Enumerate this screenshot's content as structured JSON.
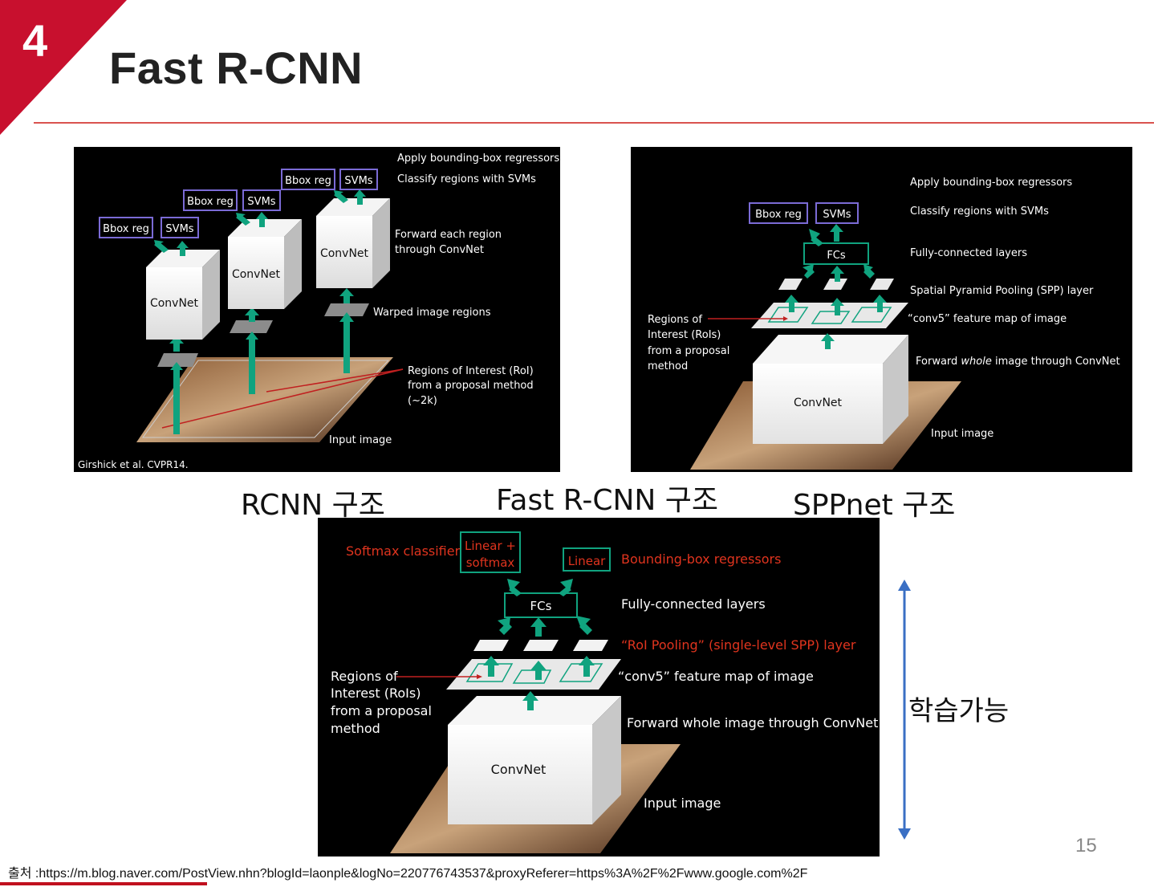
{
  "slide": {
    "number": "4",
    "title": "Fast R-CNN",
    "page_number": "15",
    "source": "출처 :https://m.blog.naver.com/PostView.nhn?blogId=laonple&logNo=220776743537&proxyReferer=https%3A%2F%2Fwww.google.com%2F",
    "colors": {
      "accent": "#c8102e",
      "rule": "#d9534f",
      "teal": "#10a37f",
      "purple": "#7b6bd6",
      "red_label": "#e0341e",
      "blue_arrow": "#3a6fc4"
    }
  },
  "captions": {
    "rcnn": "RCNN 구조",
    "fast_rcnn": "Fast R-CNN 구조",
    "sppnet": "SPPnet 구조",
    "trainable": "학습가능"
  },
  "rcnn_panel": {
    "bbox_reg": "Bbox reg",
    "svms": "SVMs",
    "convnet": "ConvNet",
    "apply_bbox": "Apply bounding-box regressors",
    "classify": "Classify regions with SVMs",
    "forward_each_1": "Forward each region",
    "forward_each_2": "through ConvNet",
    "warped": "Warped image regions",
    "roi_1": "Regions of Interest (RoI)",
    "roi_2": "from a proposal method",
    "roi_3": "(~2k)",
    "input_image": "Input image",
    "citation": "Girshick et al. CVPR14."
  },
  "spp_panel": {
    "bbox_reg": "Bbox reg",
    "svms": "SVMs",
    "fcs": "FCs",
    "convnet": "ConvNet",
    "apply_bbox": "Apply bounding-box regressors",
    "classify": "Classify regions with SVMs",
    "fc_layers": "Fully-connected layers",
    "spp_layer": "Spatial Pyramid Pooling (SPP) layer",
    "conv5": "“conv5” feature map of image",
    "forward_whole_pre": "Forward ",
    "forward_whole_em": "whole",
    "forward_whole_post": " image through ConvNet",
    "input_image": "Input image",
    "roi_1": "Regions of",
    "roi_2": "Interest (RoIs)",
    "roi_3": "from a proposal",
    "roi_4": "method"
  },
  "fast_panel": {
    "softmax_classifier": "Softmax classifier",
    "linear_softmax_1": "Linear +",
    "linear_softmax_2": "softmax",
    "linear": "Linear",
    "bbox_regressors": "Bounding-box regressors",
    "fcs": "FCs",
    "fc_layers": "Fully-connected layers",
    "roi_pooling": "“RoI Pooling” (single-level SPP) layer",
    "conv5": "“conv5” feature map of image",
    "forward_whole": "Forward whole image through ConvNet",
    "convnet": "ConvNet",
    "input_image": "Input image",
    "roi_1": "Regions of",
    "roi_2": "Interest (RoIs)",
    "roi_3": "from a proposal",
    "roi_4": "method"
  }
}
